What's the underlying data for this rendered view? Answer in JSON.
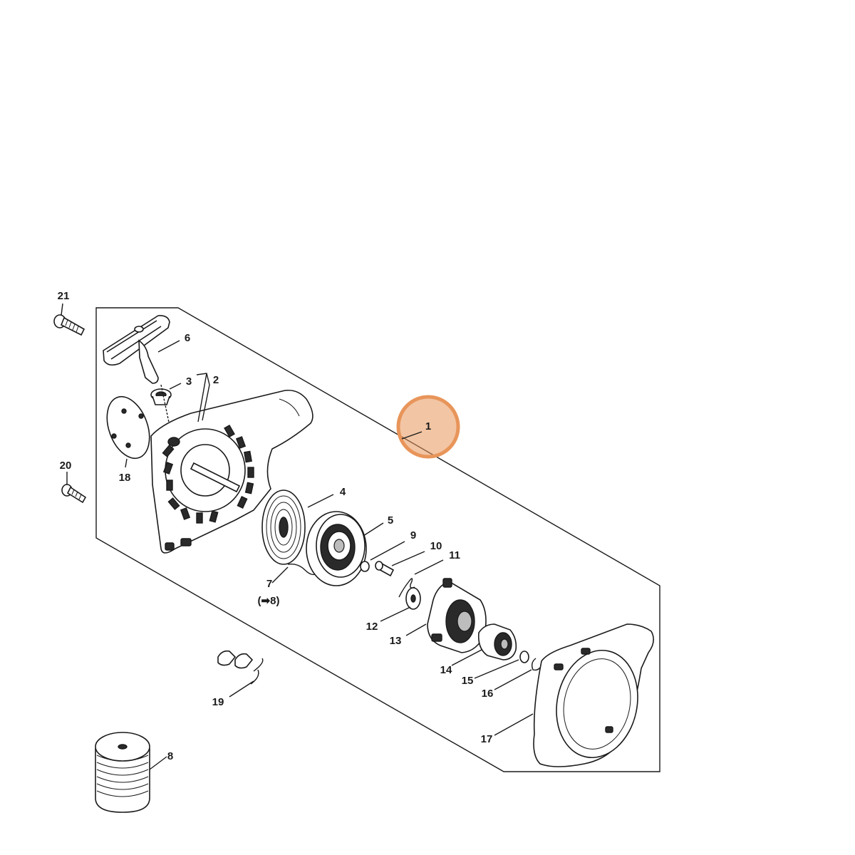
{
  "diagram": {
    "highlight_color": "#e8955a",
    "highlighted_part": "1",
    "callouts": [
      {
        "id": "p1",
        "label": "1"
      },
      {
        "id": "p2",
        "label": "2"
      },
      {
        "id": "p3",
        "label": "3"
      },
      {
        "id": "p4",
        "label": "4"
      },
      {
        "id": "p5",
        "label": "5"
      },
      {
        "id": "p6",
        "label": "6"
      },
      {
        "id": "p7",
        "label": "7"
      },
      {
        "id": "p7note",
        "label": "(➡8)"
      },
      {
        "id": "p8",
        "label": "8"
      },
      {
        "id": "p9",
        "label": "9"
      },
      {
        "id": "p10",
        "label": "10"
      },
      {
        "id": "p11",
        "label": "11"
      },
      {
        "id": "p12",
        "label": "12"
      },
      {
        "id": "p13",
        "label": "13"
      },
      {
        "id": "p14",
        "label": "14"
      },
      {
        "id": "p15",
        "label": "15"
      },
      {
        "id": "p16",
        "label": "16"
      },
      {
        "id": "p17",
        "label": "17"
      },
      {
        "id": "p18",
        "label": "18"
      },
      {
        "id": "p19",
        "label": "19"
      },
      {
        "id": "p20",
        "label": "20"
      },
      {
        "id": "p21",
        "label": "21"
      }
    ]
  }
}
